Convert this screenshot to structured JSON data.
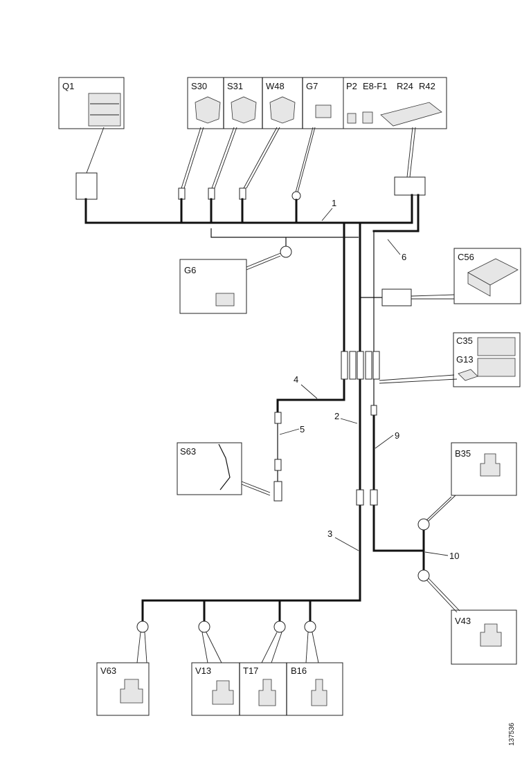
{
  "components": {
    "Q1": "Q1",
    "S30": "S30",
    "S31": "S31",
    "W48": "W48",
    "G7": "G7",
    "P2": "P2",
    "E8F1": "E8-F1",
    "R24": "R24",
    "R42": "R42",
    "G6": "G6",
    "C56": "C56",
    "C35": "C35",
    "G13": "G13",
    "S63": "S63",
    "B35": "B35",
    "V43": "V43",
    "V63": "V63",
    "V13": "V13",
    "T17": "T17",
    "B16": "B16"
  },
  "wires": {
    "w1": "1",
    "w2": "2",
    "w3": "3",
    "w4": "4",
    "w5": "5",
    "w6": "6",
    "w9": "9",
    "w10": "10"
  },
  "figure_ref": "137536"
}
